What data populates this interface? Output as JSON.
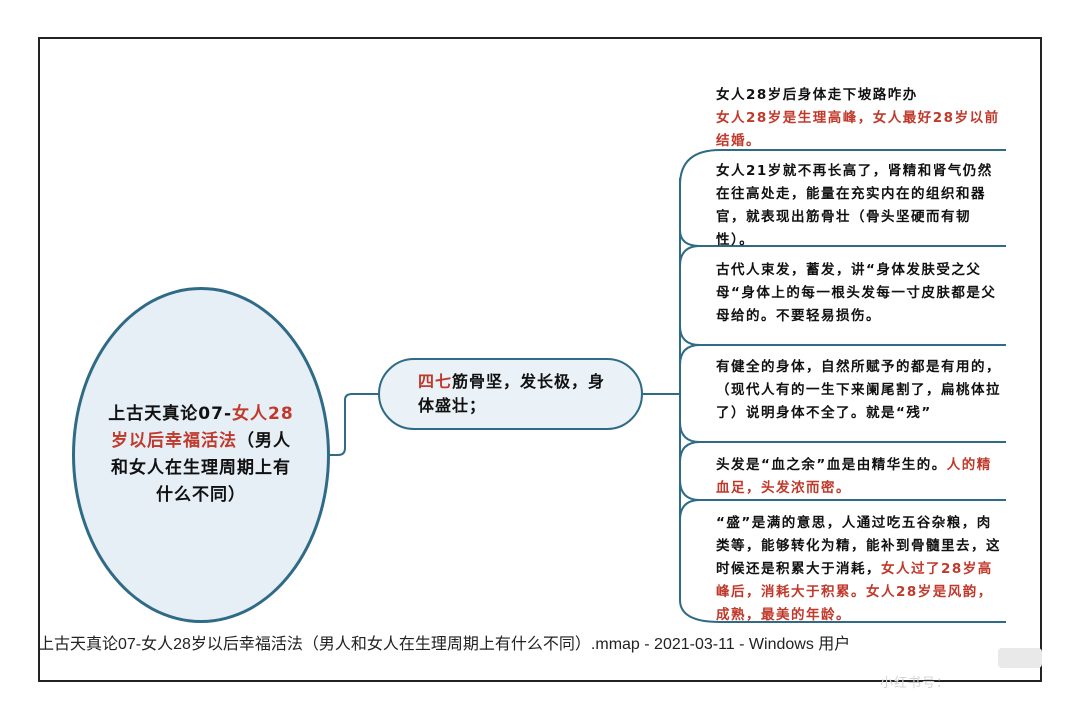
{
  "root": {
    "prefix": "上古天真论07-",
    "highlight": "女人28岁以后幸福活法",
    "suffix": "（男人和女人在生理周期上有什么不同）"
  },
  "mid": {
    "highlight": "四七",
    "text": "筋骨坚，发长极，身体盛壮；"
  },
  "leaves": [
    {
      "black": "女人28岁后身体走下坡路咋办",
      "red": "女人28岁是生理高峰，女人最好28岁以前结婚。",
      "black_after": ""
    },
    {
      "black": "女人21岁就不再长高了，肾精和肾气仍然在往高处走，能量在充实内在的组织和器官，就表现出筋骨壮（骨头坚硬而有韧性）。",
      "red": "",
      "black_after": ""
    },
    {
      "black": "古代人束发，蓄发，讲“身体发肤受之父母“身体上的每一根头发每一寸皮肤都是父母给的。不要轻易损伤。",
      "red": "",
      "black_after": ""
    },
    {
      "black": "有健全的身体，自然所赋予的都是有用的，（现代人有的一生下来阑尾割了，扁桃体拉了）说明身体不全了。就是“残”",
      "red": "",
      "black_after": ""
    },
    {
      "black": "头发是“血之余”血是由精华生的。",
      "red": "人的精血足，头发浓而密。",
      "black_after": ""
    },
    {
      "black": "“盛”是满的意思，人通过吃五谷杂粮，肉类等，能够转化为精，能补到骨髓里去，这时候还是积累大于消耗，",
      "red": "女人过了28岁高峰后，消耗大于积累。女人28岁是风韵，成熟，最美的年龄。",
      "black_after": ""
    }
  ],
  "caption": "上古天真论07-女人28岁以后幸福活法（男人和女人在生理周期上有什么不同）.mmap - 2021-03-11 - Windows 用户",
  "watermark": "小红书号：",
  "colors": {
    "line": "#2f6b86",
    "accent_red": "#c0392b",
    "root_fill": "#e6eef6"
  }
}
